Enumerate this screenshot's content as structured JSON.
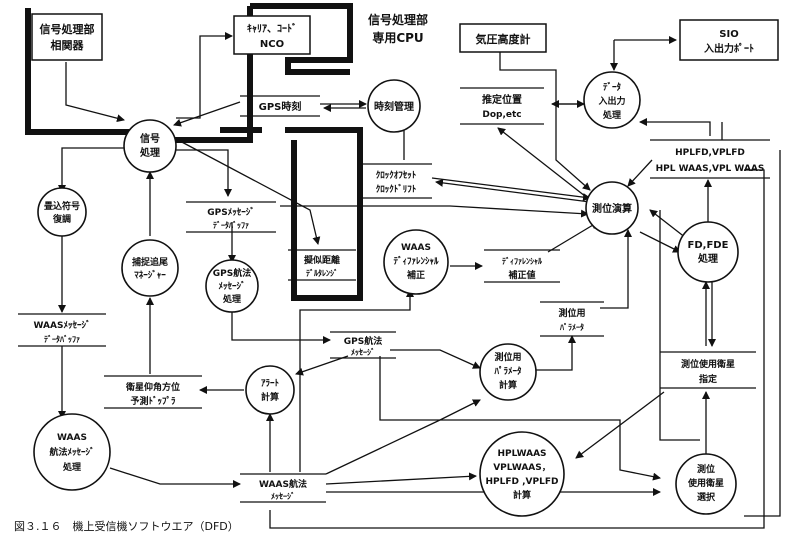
{
  "diagram": {
    "caption": "図３.１６　機上受信機ソフトウエア（DFD）",
    "signal_area_label": [
      "信号処理部",
      "専用CPU"
    ],
    "externals": {
      "correlator": [
        "信号処理部",
        "相関器"
      ],
      "carrier_code_nco": [
        "ｷｬﾘｱ、ｺｰﾄﾞ",
        "NCO"
      ],
      "barometer": "気圧高度計",
      "sio_port": [
        "SIO",
        "入出力ﾎﾟｰﾄ"
      ]
    },
    "processes": {
      "signal_processing": [
        "信号",
        "処理"
      ],
      "time_management": "時刻管理",
      "data_io": [
        "ﾃﾞｰﾀ",
        "入出力",
        "処理"
      ],
      "convolution_decode": [
        "畳込符号",
        "復調"
      ],
      "acq_tracking": [
        "捕捉追尾",
        "ﾏﾈｰｼﾞｬｰ"
      ],
      "gps_nav_msg": [
        "GPS航法",
        "ﾒｯｾｰｼﾞ",
        "処理"
      ],
      "waas_diff": [
        "WAAS",
        "ﾃﾞｨﾌｧﾚﾝｼｬﾙ",
        "補正"
      ],
      "positioning": "測位演算",
      "fd_fde": [
        "FD,FDE",
        "処理"
      ],
      "pos_params_calc": [
        "測位用",
        "ﾊﾟﾗﾒｰﾀ",
        "計算"
      ],
      "alert_calc": [
        "ｱﾗｰﾄ",
        "計算"
      ],
      "waas_nav_msg": [
        "WAAS",
        "航法ﾒｯｾｰｼﾞ",
        "処理"
      ],
      "hpl_vpl": [
        "HPLWAAS",
        "VPLWAAS，",
        "HPLFD ,VPLFD",
        "計算"
      ],
      "sat_select": [
        "測位",
        "使用衛星",
        "選択"
      ]
    },
    "stores": {
      "gps_time": "GPS時刻",
      "est_position": [
        "推定位置",
        "Dop,etc"
      ],
      "hpl_vpl_store": [
        "HPLFD,VPLFD",
        "HPL WAAS,VPL WAAS"
      ],
      "clock_offset": [
        "ｸﾛｯｸｵﾌｾｯﾄ",
        "ｸﾛｯｸﾄﾞﾘﾌﾄ"
      ],
      "gps_msg_buffer": [
        "GPSﾒｯｾｰｼﾞ",
        "ﾃﾞｰﾀﾊﾞｯﾌｧ"
      ],
      "pseudorange": [
        "擬似距離",
        "ﾃﾞﾙﾀﾚﾝｼﾞ"
      ],
      "diff_correction": [
        "ﾃﾞｨﾌｧﾚﾝｼｬﾙ",
        "補正値"
      ],
      "waas_msg_buffer": [
        "WAASﾒｯｾｰｼﾞ",
        "ﾃﾞｰﾀﾊﾞｯﾌｧ"
      ],
      "pos_params": [
        "測位用",
        "ﾊﾟﾗﾒｰﾀ"
      ],
      "gps_nav_store": [
        "GPS航法",
        "ﾒｯｾｰｼﾞ"
      ],
      "sat_prediction": [
        "衛星仰角方位",
        "予測ﾄﾞｯﾌﾟﾗ"
      ],
      "used_sats": [
        "測位使用衛星",
        "指定"
      ],
      "waas_nav_store": [
        "WAAS航法",
        "ﾒｯｾｰｼﾞ"
      ]
    }
  }
}
